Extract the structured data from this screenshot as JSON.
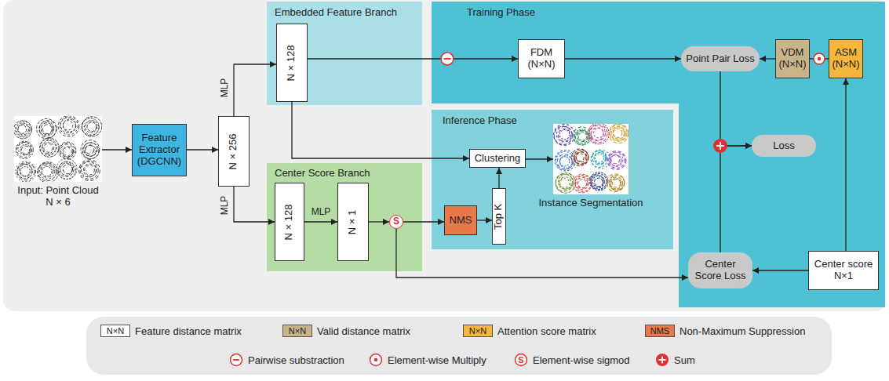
{
  "diagram": {
    "nodes": [
      {
        "text": [
          "Input: Point Cloud N × 6"
        ]
      },
      {
        "text": [
          "Feature Extractor (DGCNN)"
        ]
      },
      {
        "text": [
          "N × 256"
        ]
      },
      {
        "text": [
          "Embedded Feature Branch"
        ]
      },
      {
        "text": [
          "N × 128"
        ],
        "in": 3
      },
      {
        "text": [
          "Training Phase"
        ]
      },
      {
        "text": [
          "FDM (N×N)"
        ],
        "in": 5
      },
      {
        "text": [
          "Point Pair Loss"
        ],
        "in": 5
      },
      {
        "text": [
          "VDM (N×N)"
        ],
        "in": 5
      },
      {
        "text": [
          "ASM (N×N)"
        ],
        "in": 5
      },
      {
        "text": [
          "Inference Phase"
        ]
      },
      {
        "text": [
          "Clustering"
        ],
        "in": 10
      },
      {
        "text": [
          "Instance Segmentation"
        ],
        "in": 10
      },
      {
        "text": [
          "NMS"
        ],
        "in": 10
      },
      {
        "text": [
          "Top K"
        ],
        "in": 10
      },
      {
        "text": [
          "Center Score Branch"
        ]
      },
      {
        "text": [
          "N × 128"
        ],
        "in": 15
      },
      {
        "text": [
          "N × 1"
        ],
        "in": 15
      },
      {
        "text": [
          "S"
        ],
        "in": 15
      },
      {
        "text": [
          "Loss"
        ],
        "in": 5
      },
      {
        "text": [
          "Center Score Loss"
        ],
        "in": 5
      },
      {
        "text": [
          "Center score N×1"
        ],
        "in": 5
      }
    ],
    "edges": [
      {
        "from": 0,
        "to": 1,
        "arrow": "to"
      },
      {
        "from": 1,
        "to": 2,
        "arrow": "to"
      },
      {
        "from": 2,
        "to": 4,
        "arrow": "to",
        "label": "MLP"
      },
      {
        "from": 4,
        "to": 6,
        "arrow": "to"
      },
      {
        "from": 4,
        "to": 11,
        "arrow": "to"
      },
      {
        "from": 6,
        "to": 7,
        "arrow": "to"
      },
      {
        "from": 8,
        "to": 7,
        "arrow": "to"
      },
      {
        "from": 9,
        "to": 8,
        "arrow": "none"
      },
      {
        "from": 2,
        "to": 16,
        "arrow": "to",
        "label": "MLP"
      },
      {
        "from": 16,
        "to": 17,
        "arrow": "to",
        "label": "MLP"
      },
      {
        "from": 17,
        "to": 18,
        "arrow": "to"
      },
      {
        "from": 18,
        "to": 13,
        "arrow": "to"
      },
      {
        "from": 18,
        "to": 20,
        "arrow": "to"
      },
      {
        "from": 13,
        "to": 14,
        "arrow": "to"
      },
      {
        "from": 14,
        "to": 11,
        "arrow": "to"
      },
      {
        "from": 11,
        "to": 12,
        "arrow": "to"
      },
      {
        "from": 7,
        "to": 19,
        "arrow": "to"
      },
      {
        "from": 20,
        "to": 19,
        "arrow": "to"
      },
      {
        "from": 21,
        "to": 20,
        "arrow": "to"
      },
      {
        "from": 21,
        "to": 9,
        "arrow": "to"
      }
    ],
    "labels": [
      "N×N",
      "N×N",
      "N×N",
      "NMS",
      "S"
    ],
    "legend": [
      {
        "text": "Feature distance matrix",
        "color": "#ffffff"
      },
      {
        "text": "Valid distance matrix",
        "color": "#c9b48a"
      },
      {
        "text": "Attention score matrix",
        "color": "#f5b63c"
      },
      {
        "text": "Non-Maximum Suppression",
        "color": "#e9794b"
      },
      {
        "text": "Pairwise substraction"
      },
      {
        "text": "Element-wise Multiply"
      },
      {
        "text": "Element-wise sigmod"
      },
      {
        "text": "Sum"
      }
    ]
  }
}
